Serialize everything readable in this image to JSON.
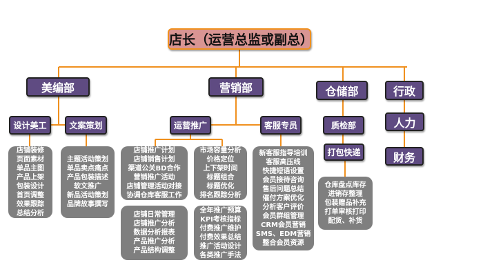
{
  "root": "店长（运营总监或副总）",
  "departments": {
    "art": "美编部",
    "marketing": "营销部",
    "warehouse": "仓储部",
    "admin": "行政"
  },
  "sub": {
    "design": "设计美工",
    "copy": "文案策划",
    "ops": "运营推广",
    "cs": "客服专员",
    "qc": "质检部",
    "pack": "打包快递",
    "hr": "人力",
    "finance": "财务"
  },
  "duties": {
    "design": [
      "店铺装修",
      "页面素材",
      "单品主图",
      "产品上架",
      "包装设计",
      "首页调整",
      "效果跟踪",
      "总结分析"
    ],
    "copy": [
      "主题活动策划",
      "单品卖点痛点",
      "产品包装描述",
      "软文推广",
      "新品活动策划",
      "品牌故事撰写"
    ],
    "ops1": [
      "店铺推广计划",
      "店铺销售计划",
      "渠道公关BD合作",
      "营销推广活动",
      "店铺管理活动对接",
      "协调仓库客服工作"
    ],
    "ops2": [
      "市场容量分析",
      "价格定位",
      "上下架时间",
      "标题组合",
      "标题优化",
      "排名跟踪分析"
    ],
    "ops3": [
      "店铺日常管理",
      "店铺推广分析",
      "数据分析报表",
      "产品推广分析",
      "产品结构调整"
    ],
    "ops4": [
      "全年推广预算",
      "KPI考核指标",
      "付费推广维护",
      "付费效果总结",
      "推广活动设计",
      "各类推广手法"
    ],
    "cs": [
      "新客服指导培训",
      "客服高压线",
      "快捷短语设置",
      "会员接待咨询",
      "售后问题总结",
      "催付方案优化",
      "分析客户评价",
      "会员群组管理",
      "CRM会员营销",
      "SMS、EDM营销",
      "整合会员资源"
    ],
    "warehouse": [
      "仓库盘点库存",
      "进销存整理",
      "包装赠品补充",
      "打单审核打印",
      "配货、补货"
    ]
  },
  "colors": {
    "line": "#f0901e",
    "node": "#5f4b82",
    "root": "#d99593",
    "box": "#7f7f7f"
  }
}
